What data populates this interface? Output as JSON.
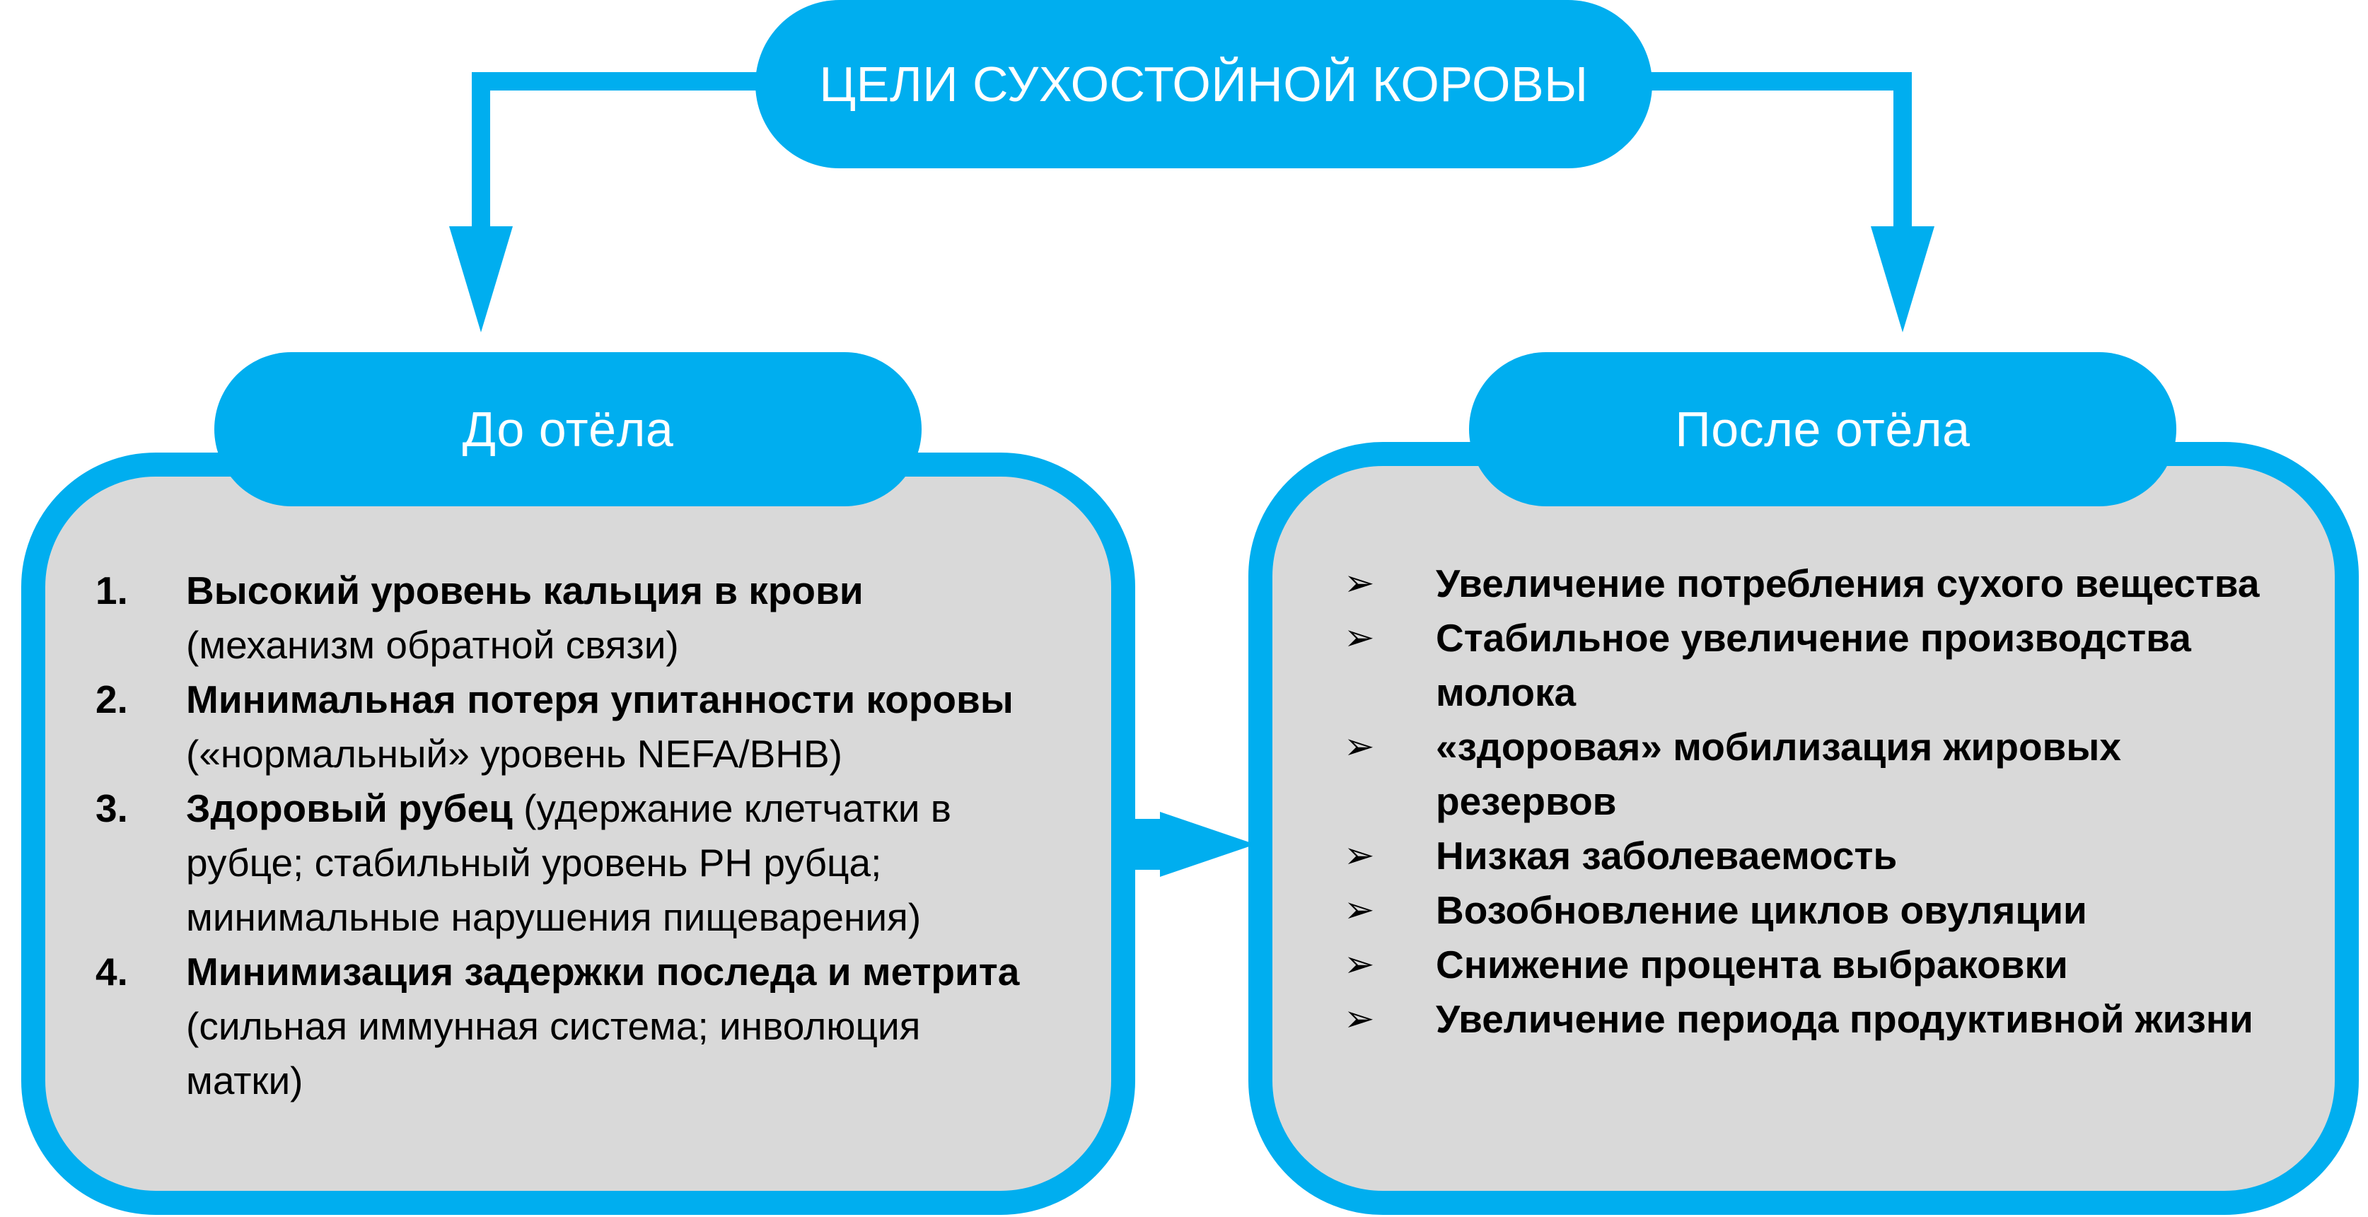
{
  "title": "ЦЕЛИ СУХОСТОЙНОЙ КОРОВЫ",
  "before": {
    "heading": "До отёла",
    "items": [
      {
        "num": "1.",
        "bold": "Высокий уровень кальция в крови",
        "normal": "(механизм обратной связи)"
      },
      {
        "num": "2.",
        "bold": "Минимальная потеря упитанности коровы",
        "normal": "(«нормальный» уровень NEFA/BHB)"
      },
      {
        "num": "3.",
        "bold": "Здоровый  рубец",
        "normal": " (удержание клетчатки в рубце; стабильный уровень PH рубца; минимальные нарушения пищеварения)"
      },
      {
        "num": "4.",
        "bold": "Минимизация задержки последа и метрита",
        "normal": " (сильная иммунная система; инволюция матки)"
      }
    ]
  },
  "after": {
    "heading": "После отёла",
    "bullet": "➢",
    "items": [
      "Увеличение потребления сухого вещества",
      "Стабильное увеличение производства молока",
      "«здоровая» мобилизация жировых резервов",
      "Низкая заболеваемость",
      "Возобновление циклов овуляции",
      "Снижение процента выбраковки",
      "Увеличение периода продуктивной жизни"
    ]
  },
  "colors": {
    "accent": "#00AEEF",
    "panel": "#D9D9D9",
    "text": "#000000"
  }
}
